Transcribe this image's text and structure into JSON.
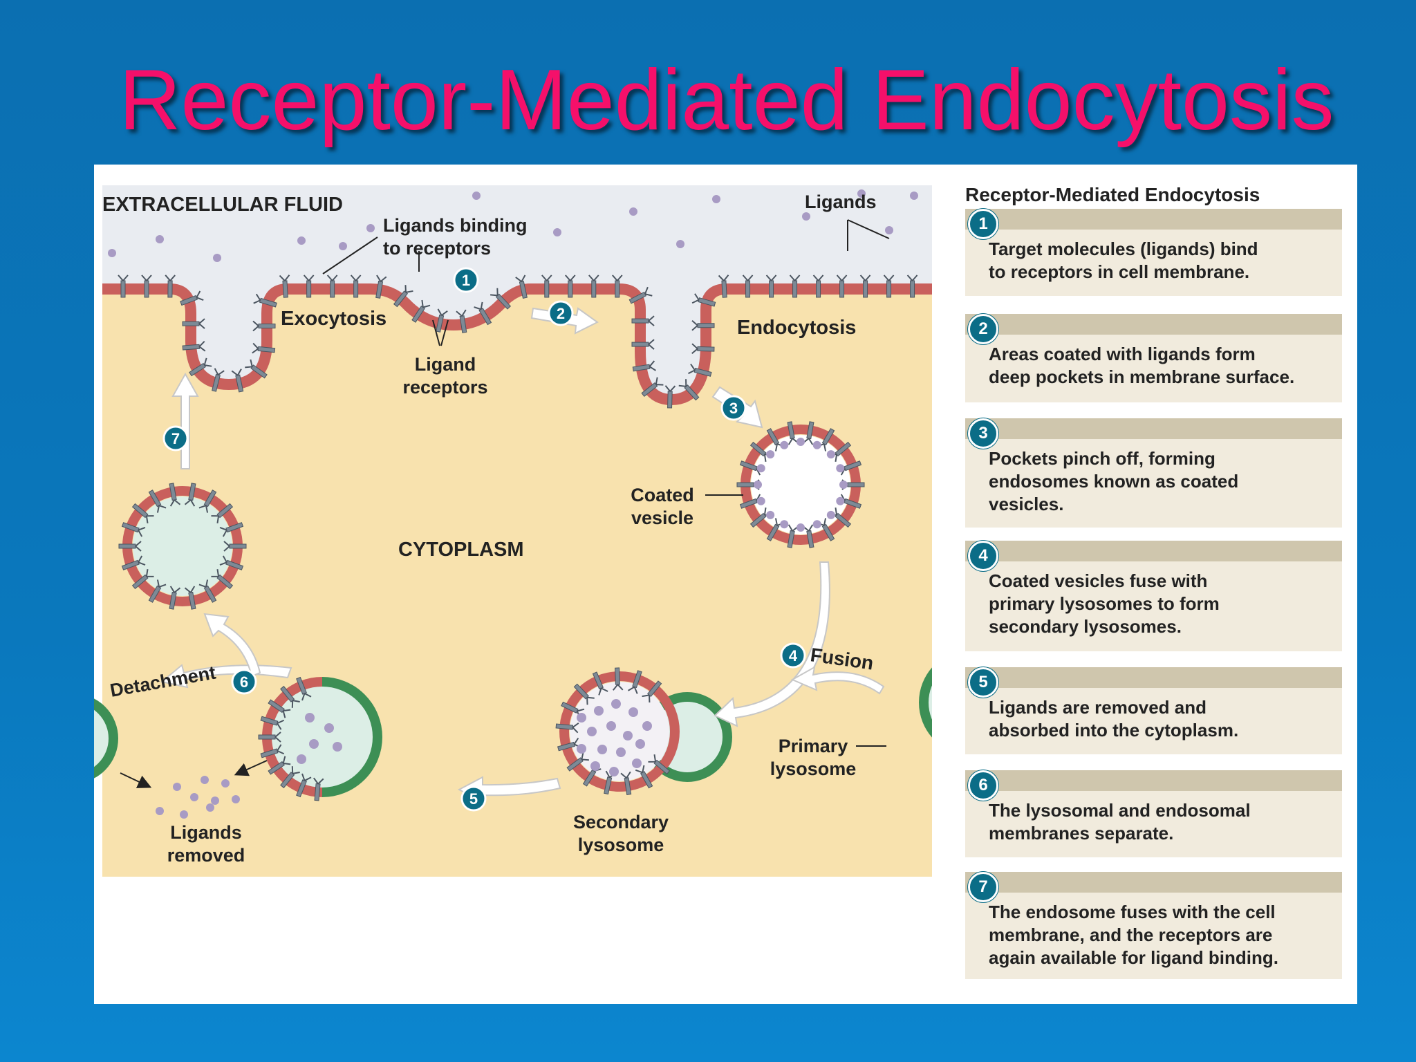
{
  "title": "Receptor-Mediated Endocytosis",
  "diagram": {
    "labels": {
      "extracellular": "EXTRACELLULAR FLUID",
      "ligands_binding": [
        "Ligands binding",
        "to receptors"
      ],
      "ligands": "Ligands",
      "exocytosis": "Exocytosis",
      "endocytosis": "Endocytosis",
      "ligand_receptors": [
        "Ligand",
        "receptors"
      ],
      "cytoplasm": "CYTOPLASM",
      "coated_vesicle": [
        "Coated",
        "vesicle"
      ],
      "fusion": "Fusion",
      "detachment": "Detachment",
      "primary_lysosome": [
        "Primary",
        "lysosome"
      ],
      "secondary_lysosome": [
        "Secondary",
        "lysosome"
      ],
      "ligands_removed": [
        "Ligands",
        "removed"
      ]
    },
    "step_badges": [
      "1",
      "2",
      "3",
      "4",
      "5",
      "6",
      "7"
    ]
  },
  "panel": {
    "title": "Receptor-Mediated Endocytosis",
    "steps": [
      {
        "num": "1",
        "lines": [
          "Target molecules (ligands) bind",
          "to receptors in cell membrane."
        ]
      },
      {
        "num": "2",
        "lines": [
          "Areas coated with ligands form",
          "deep pockets in membrane surface."
        ]
      },
      {
        "num": "3",
        "lines": [
          "Pockets pinch off, forming",
          "endosomes known as coated",
          "vesicles."
        ]
      },
      {
        "num": "4",
        "lines": [
          "Coated vesicles fuse with",
          "primary lysosomes to form",
          "secondary lysosomes."
        ]
      },
      {
        "num": "5",
        "lines": [
          "Ligands are removed and",
          "absorbed into the cytoplasm."
        ]
      },
      {
        "num": "6",
        "lines": [
          "The lysosomal and endosomal",
          "membranes separate."
        ]
      },
      {
        "num": "7",
        "lines": [
          "The endosome fuses with the cell",
          "membrane, and the receptors are",
          "again available for ligand binding."
        ]
      }
    ]
  },
  "colors": {
    "title": "#f5106a",
    "background": "#0b78bd",
    "cytoplasm": "#f8e2ae",
    "extracellular": "#e9ecf1",
    "membrane": "#c9605c",
    "receptor": "#7d8a96",
    "ligand": "#a89bc4",
    "lysosome": "#3d8f55",
    "badge": "#0b6d87"
  }
}
